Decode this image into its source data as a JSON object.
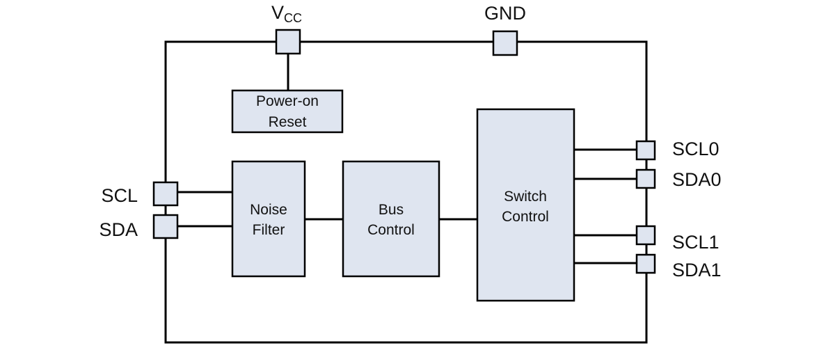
{
  "pins": {
    "vcc_main": "V",
    "vcc_sub": "CC",
    "gnd": "GND",
    "scl": "SCL",
    "sda": "SDA",
    "scl0": "SCL0",
    "sda0": "SDA0",
    "scl1": "SCL1",
    "sda1": "SDA1"
  },
  "blocks": {
    "power_on_reset": [
      "Power-on",
      "Reset"
    ],
    "noise_filter": [
      "Noise",
      "Filter"
    ],
    "bus_control": [
      "Bus",
      "Control"
    ],
    "switch_control": [
      "Switch",
      "Control"
    ]
  },
  "colors": {
    "block_fill": "#dfe5f0",
    "line": "#000000"
  }
}
